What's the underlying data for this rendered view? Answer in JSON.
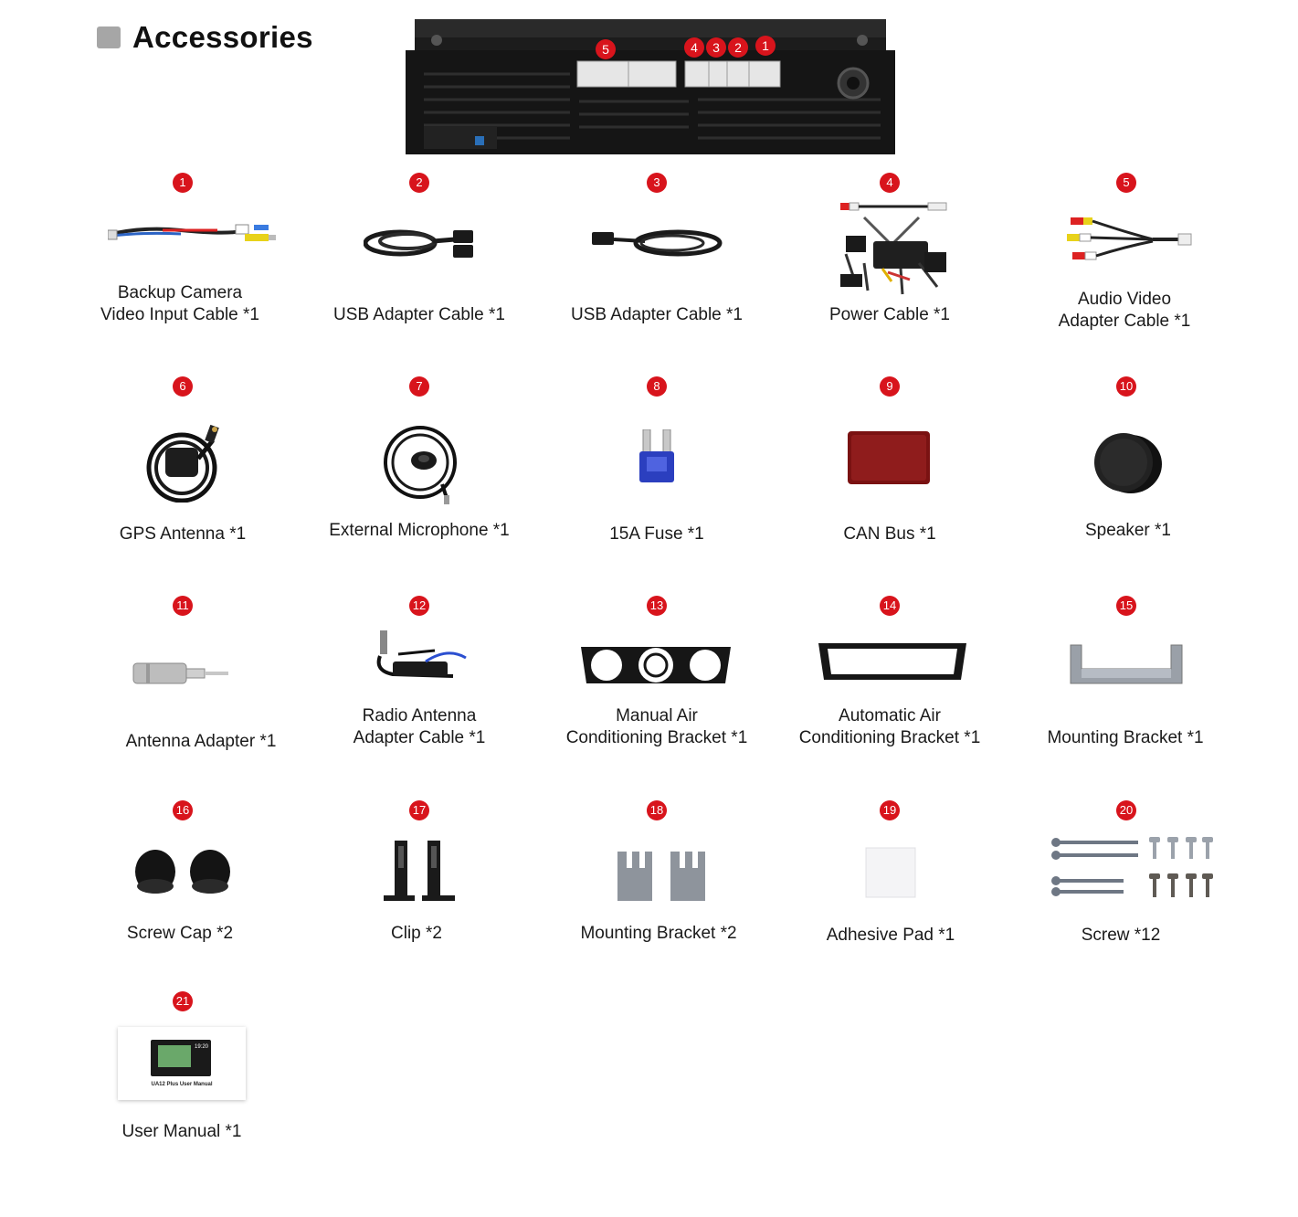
{
  "heading": {
    "title": "Accessories"
  },
  "ports": [
    "5",
    "4",
    "3",
    "2",
    "1"
  ],
  "items": [
    {
      "num": "1",
      "label": "Backup Camera\nVideo Input Cable *1",
      "icon": "cable-rca-icon"
    },
    {
      "num": "2",
      "label": "USB Adapter Cable *1",
      "icon": "usb-cable-icon"
    },
    {
      "num": "3",
      "label": "USB Adapter Cable *1",
      "icon": "usb-cable-icon"
    },
    {
      "num": "4",
      "label": "Power Cable *1",
      "icon": "power-harness-icon"
    },
    {
      "num": "5",
      "label": "Audio Video\nAdapter Cable *1",
      "icon": "av-cable-icon"
    },
    {
      "num": "6",
      "label": "GPS Antenna *1",
      "icon": "gps-antenna-icon"
    },
    {
      "num": "7",
      "label": "External Microphone *1",
      "icon": "microphone-icon"
    },
    {
      "num": "8",
      "label": "15A Fuse *1",
      "icon": "fuse-icon"
    },
    {
      "num": "9",
      "label": "CAN Bus *1",
      "icon": "canbus-icon"
    },
    {
      "num": "10",
      "label": "Speaker *1",
      "icon": "speaker-icon"
    },
    {
      "num": "11",
      "label": "Antenna Adapter *1",
      "icon": "antenna-adapter-icon"
    },
    {
      "num": "12",
      "label": "Radio Antenna\nAdapter Cable *1",
      "icon": "radio-antenna-cable-icon"
    },
    {
      "num": "13",
      "label": "Manual Air\nConditioning Bracket *1",
      "icon": "manual-ac-bracket-icon"
    },
    {
      "num": "14",
      "label": "Automatic Air\nConditioning Bracket *1",
      "icon": "auto-ac-bracket-icon"
    },
    {
      "num": "15",
      "label": "Mounting Bracket *1",
      "icon": "mounting-bracket-icon"
    },
    {
      "num": "16",
      "label": "Screw Cap *2",
      "icon": "screw-cap-icon"
    },
    {
      "num": "17",
      "label": "Clip *2",
      "icon": "clip-icon"
    },
    {
      "num": "18",
      "label": "Mounting Bracket *2",
      "icon": "small-bracket-icon"
    },
    {
      "num": "19",
      "label": "Adhesive Pad *1",
      "icon": "adhesive-pad-icon"
    },
    {
      "num": "20",
      "label": "Screw *12",
      "icon": "screw-icon"
    },
    {
      "num": "21",
      "label": "User Manual *1",
      "icon": "user-manual-icon"
    }
  ],
  "manual": {
    "caption": "UA12 Plus User Manual",
    "clock": "19:20"
  },
  "colors": {
    "badge": "#d8141c",
    "heading_square": "#a6a6a6",
    "text": "#1a1a1a"
  }
}
